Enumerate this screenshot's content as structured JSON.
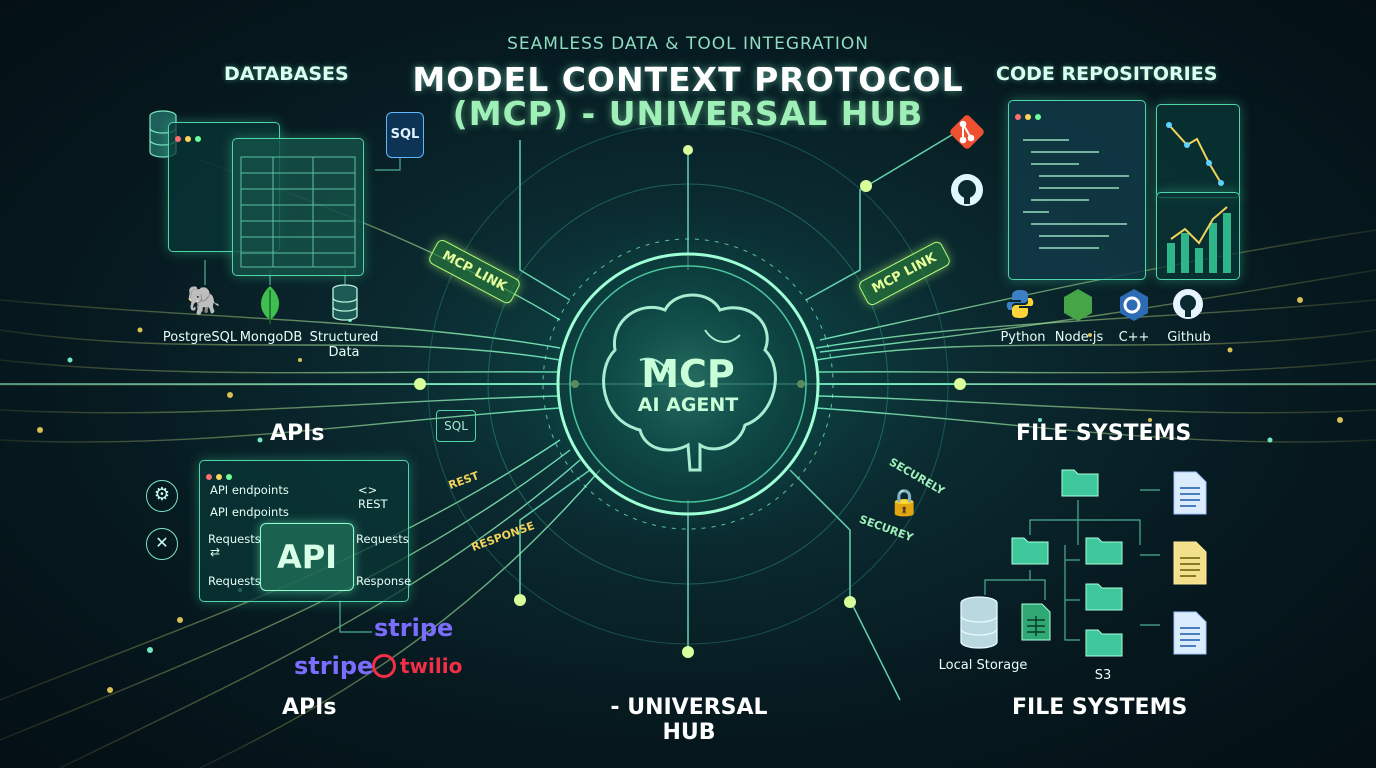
{
  "header": {
    "subtitle": "SEAMLESS DATA & TOOL INTEGRATION",
    "title_line1": "MODEL CONTEXT PROTOCOL",
    "title_line2": "(MCP) - UNIVERSAL HUB"
  },
  "hub": {
    "title": "MCP",
    "subtitle": "AI AGENT",
    "links": [
      "MCP LINK",
      "MCP LINK"
    ],
    "bottom_label": "- UNIVERSAL HUB",
    "flow_labels": [
      "REST",
      "RESPONSE",
      "SECURELY",
      "SECUREY"
    ]
  },
  "databases": {
    "heading": "DATABASES",
    "sql_badge": "SQL",
    "items": [
      {
        "label": "PostgreSQL",
        "icon": "elephant-icon"
      },
      {
        "label": "MongoDB",
        "icon": "leaf-icon"
      },
      {
        "label": "Structured Data",
        "icon": "database-icon"
      }
    ]
  },
  "code_repositories": {
    "heading": "CODE REPOSITORIES",
    "items": [
      {
        "label": "Python",
        "icon": "python-icon"
      },
      {
        "label": "Node.js",
        "icon": "nodejs-icon"
      },
      {
        "label": "C++",
        "icon": "cplusplus-icon"
      },
      {
        "label": "Github",
        "icon": "github-icon"
      }
    ]
  },
  "apis": {
    "heading": "APIs",
    "footer_heading": "APIs",
    "sql_badge": "SQL",
    "panel": {
      "endpoint1": "API endpoints",
      "endpoint2": "API endpoints",
      "rest": "<> REST",
      "requests_left1": "Requests",
      "requests_left2": "Requests",
      "requests_right": "Requests",
      "response_right": "Response",
      "center": "API"
    },
    "brands": [
      "stripe",
      "stripe",
      "twilio"
    ]
  },
  "file_systems": {
    "heading": "FILE SYSTEMS",
    "footer_heading": "FILE SYSTEMS",
    "local_storage": "Local Storage",
    "s3": "S3"
  },
  "colors": {
    "accent": "#4fe3b0",
    "glow": "#9fffc8",
    "stripe": "#635bff",
    "twilio": "#f22f46",
    "git": "#f05032"
  }
}
